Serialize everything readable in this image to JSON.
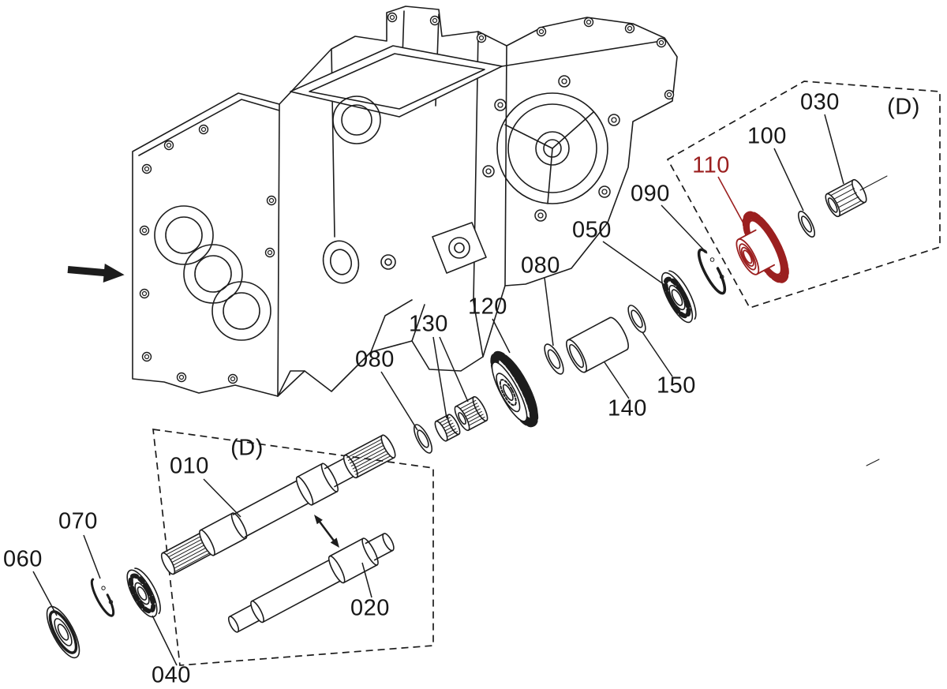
{
  "page": {
    "type": "exploded-parts-diagram",
    "background": "#ffffff"
  },
  "colors": {
    "line": "#1c1c1c",
    "highlight": "#9b1f1f"
  },
  "highlighted_part": "110",
  "callouts": [
    {
      "id": "060",
      "label": "060"
    },
    {
      "id": "070",
      "label": "070"
    },
    {
      "id": "040",
      "label": "040"
    },
    {
      "id": "010",
      "label": "010"
    },
    {
      "id": "020",
      "label": "020"
    },
    {
      "id": "080-lower",
      "label": "080"
    },
    {
      "id": "130",
      "label": "130"
    },
    {
      "id": "120",
      "label": "120"
    },
    {
      "id": "080-upper",
      "label": "080"
    },
    {
      "id": "140",
      "label": "140"
    },
    {
      "id": "150",
      "label": "150"
    },
    {
      "id": "050",
      "label": "050"
    },
    {
      "id": "090",
      "label": "090"
    },
    {
      "id": "110",
      "label": "110",
      "highlighted": true
    },
    {
      "id": "100",
      "label": "100"
    },
    {
      "id": "030",
      "label": "030"
    },
    {
      "id": "detail-ref-bottom",
      "label": "(D)"
    },
    {
      "id": "detail-ref-top",
      "label": "(D)"
    }
  ]
}
